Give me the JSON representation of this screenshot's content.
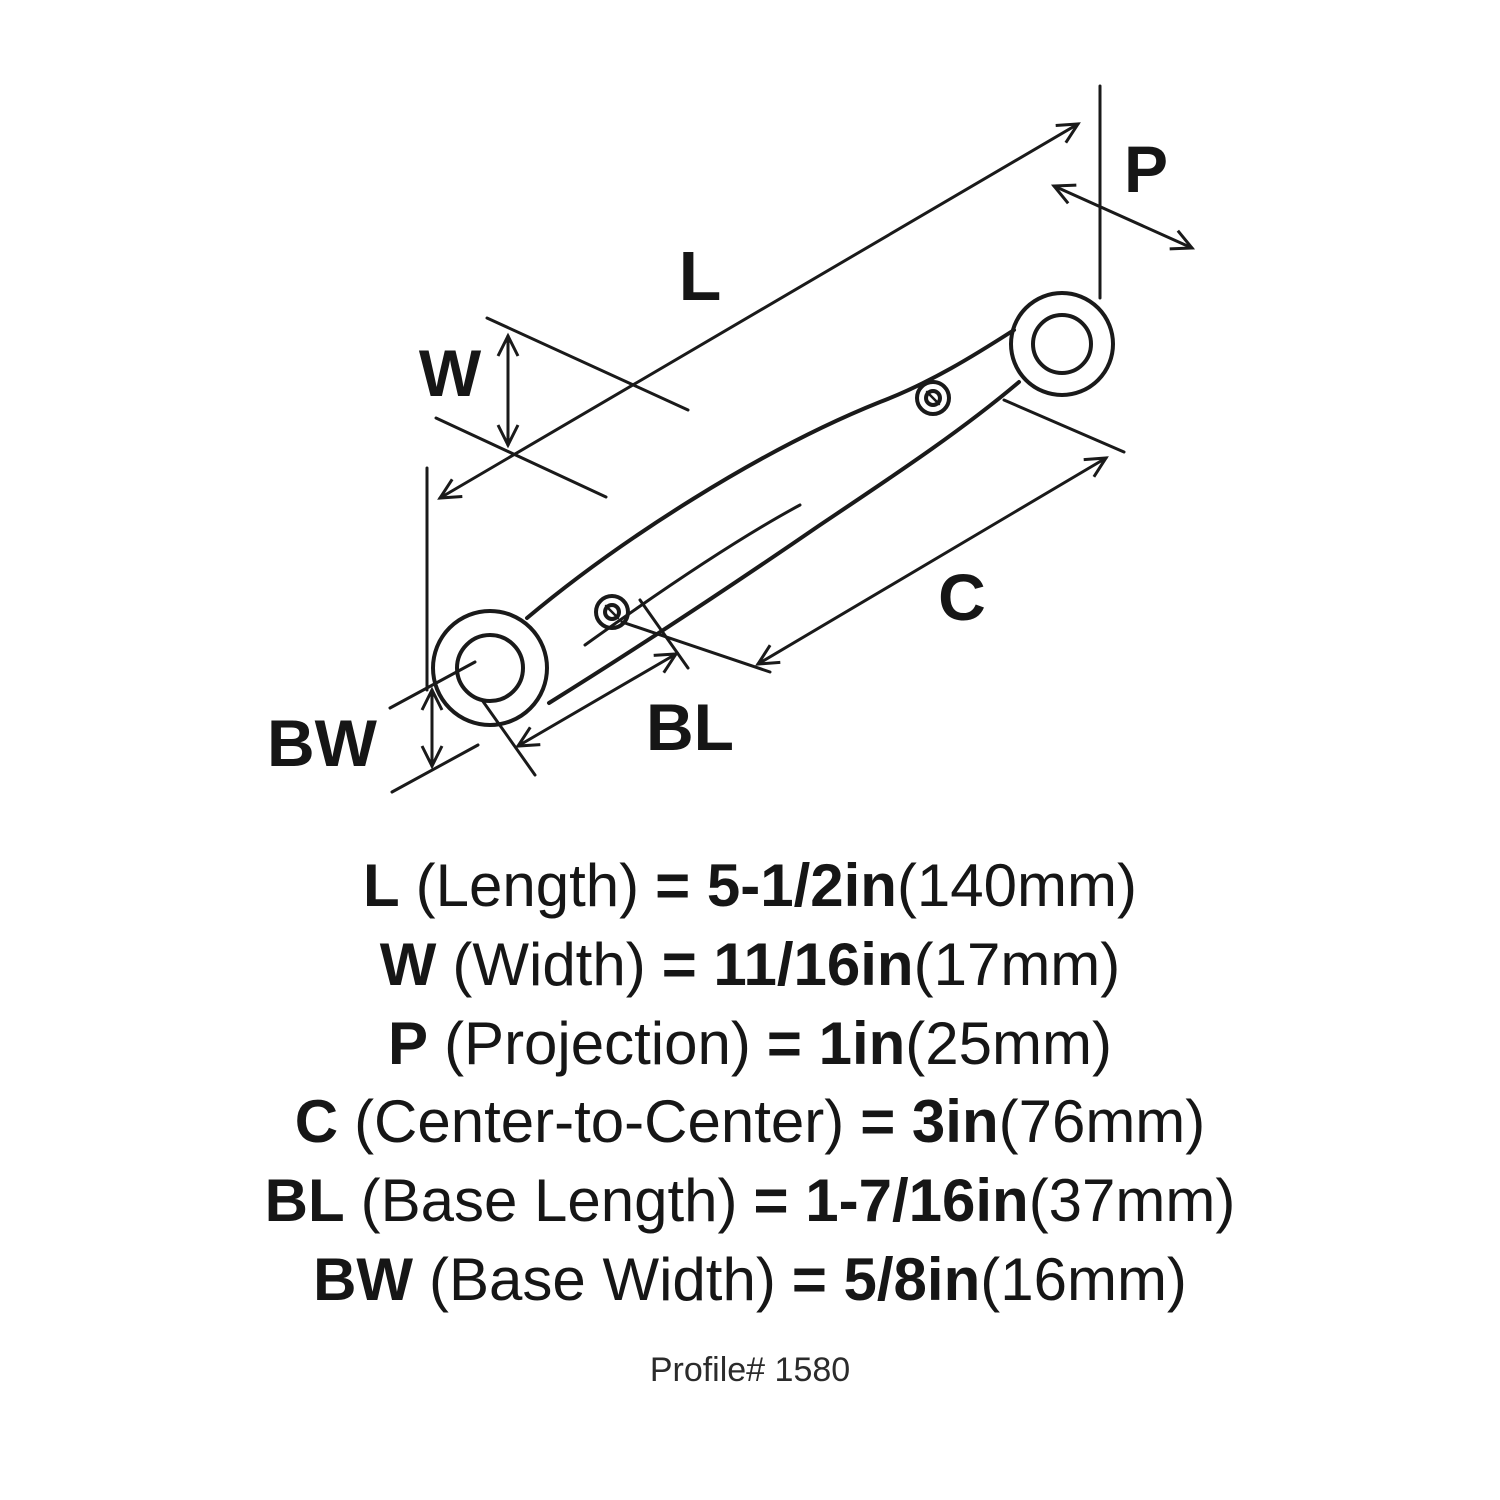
{
  "diagram": {
    "labels": {
      "L": "L",
      "W": "W",
      "P": "P",
      "C": "C",
      "BL": "BL",
      "BW": "BW"
    }
  },
  "specs": [
    {
      "symbol": "L",
      "name": "(Length)",
      "value": "= 5-1/2in",
      "metric": "(140mm)"
    },
    {
      "symbol": "W",
      "name": "(Width)",
      "value": "= 11/16in",
      "metric": "(17mm)"
    },
    {
      "symbol": "P",
      "name": "(Projection)",
      "value": "= 1in",
      "metric": "(25mm)"
    },
    {
      "symbol": "C",
      "name": "(Center-to-Center)",
      "value": "= 3in",
      "metric": "(76mm)"
    },
    {
      "symbol": "BL",
      "name": "(Base Length)",
      "value": "= 1-7/16in",
      "metric": "(37mm)"
    },
    {
      "symbol": "BW",
      "name": "(Base Width)",
      "value": "= 5/8in",
      "metric": "(16mm)"
    }
  ],
  "footer": {
    "profile": "Profile# 1580"
  },
  "colors": {
    "ink": "#1a1a1a",
    "background": "#ffffff"
  }
}
